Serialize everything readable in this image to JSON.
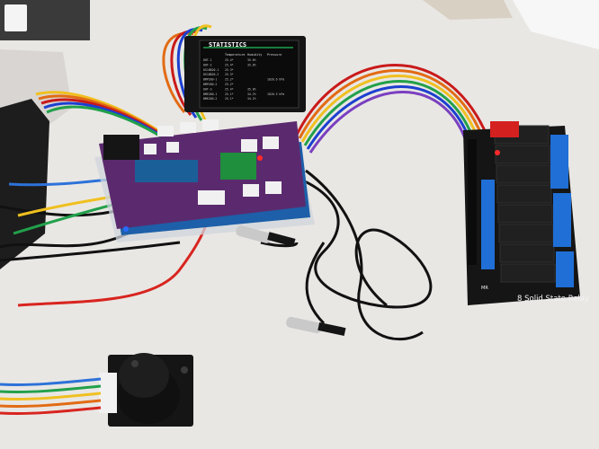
{
  "display": {
    "title": "STATISTICS",
    "headers": [
      "Temperature",
      "Humidity",
      "Pressure"
    ],
    "rows": [
      {
        "label": "DHT-1",
        "values": [
          "25.4*",
          "35.0%",
          ""
        ]
      },
      {
        "label": "DHT-2",
        "values": [
          "25.4*",
          "35.0%",
          ""
        ]
      },
      {
        "label": "DS18B20-1",
        "values": [
          "25.3*",
          "",
          ""
        ]
      },
      {
        "label": "DS18B20-2",
        "values": [
          "25.3*",
          "",
          ""
        ]
      },
      {
        "label": "BMP280-1",
        "values": [
          "25.2*",
          "",
          "1020.6 hPa"
        ]
      },
      {
        "label": "BMP280-2",
        "values": [
          "25.2*",
          "",
          ""
        ]
      },
      {
        "label": "DHT-3",
        "values": [
          "25.4*",
          "35.0%",
          ""
        ]
      },
      {
        "label": "BME280-1",
        "values": [
          "25.1*",
          "34.2%",
          "1020.5 hPa"
        ]
      },
      {
        "label": "BME280-2",
        "values": [
          "25.1*",
          "34.2%",
          ""
        ]
      }
    ]
  },
  "relay_board": {
    "label": "8 Solid State Relay",
    "small_label": "MR"
  },
  "colors": {
    "table": "#e9e7e4",
    "shield": "#5b2a6e",
    "relay_pcb": "#151515",
    "terminal_blue": "#1f6fd6",
    "led_red": "#ff2a2a",
    "led_blue": "#2a6bff"
  }
}
